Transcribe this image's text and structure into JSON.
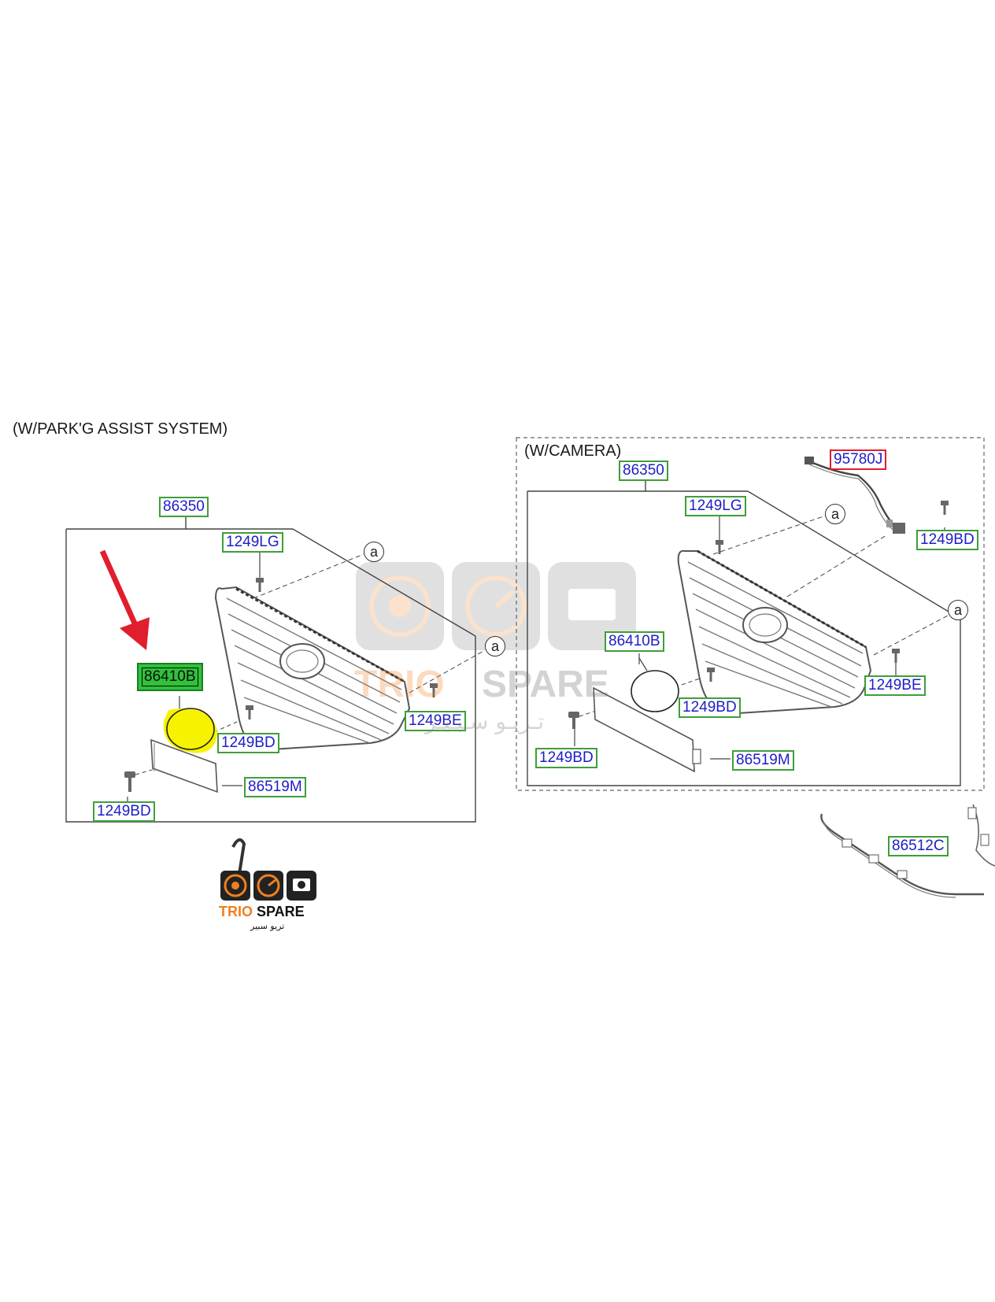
{
  "sections": {
    "park_assist": {
      "title": "(W/PARK'G ASSIST SYSTEM)"
    },
    "camera": {
      "title": "(W/CAMERA)"
    }
  },
  "labels": {
    "left_grille": "86350",
    "left_bolt_top": "1249LG",
    "left_emblem": "86410B",
    "left_bolt_right": "1249BE",
    "left_bolt_emblem": "1249BD",
    "left_bracket": "86519M",
    "left_bolt_bottom": "1249BD",
    "right_grille": "86350",
    "right_harness": "95780J",
    "right_bolt_top": "1249LG",
    "right_bolt_harness": "1249BD",
    "right_emblem": "86410B",
    "right_bolt_right": "1249BE",
    "right_bolt_emblem": "1249BD",
    "right_bolt_bottom": "1249BD",
    "right_bracket": "86519M",
    "corner_part": "86512C"
  },
  "ref_marks": {
    "left_a1": "a",
    "left_a2": "a",
    "right_a1": "a",
    "right_a2": "a"
  },
  "branding": {
    "logo_text": "TRIO SPARE",
    "logo_subtext": "تريو سبير",
    "watermark_trio": "TRIO",
    "watermark_spare": "SPARE",
    "watermark_subtext": "تـريـو سـبـيـر"
  },
  "colors": {
    "label_border": "#3f9e3a",
    "label_text": "#1d1dc8",
    "highlight_label": "#2fc23a",
    "highlight_part": "#f7f200",
    "arrow": "#e01e2e",
    "logo_orange": "#f08020"
  }
}
